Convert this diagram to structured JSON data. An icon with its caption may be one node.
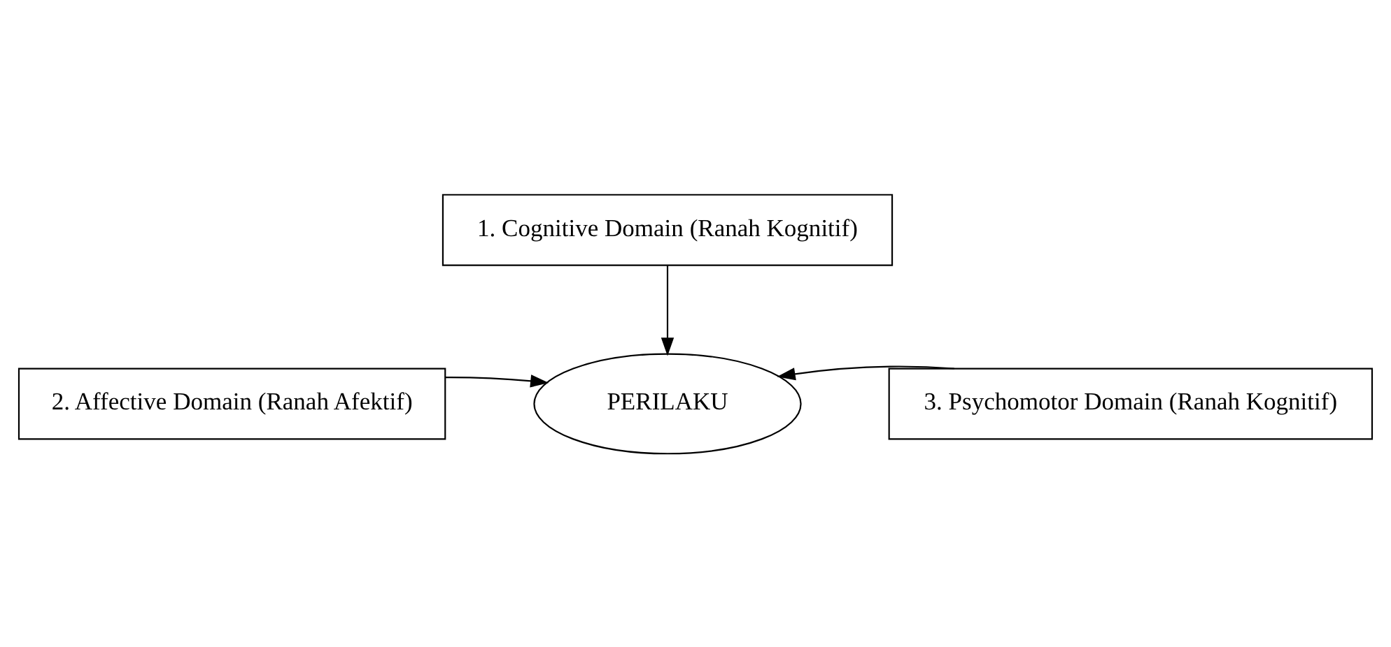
{
  "diagram": {
    "nodes": [
      {
        "text": [
          "1. Cognitive Domain (Ranah Kognitif)"
        ]
      },
      {
        "text": [
          "2. Affective Domain (Ranah Afektif)"
        ]
      },
      {
        "text": [
          "PERILAKU"
        ]
      },
      {
        "text": [
          "3. Psychomotor Domain (Ranah Kognitif)"
        ]
      }
    ],
    "edges": [
      {
        "from": 0,
        "to": 2,
        "arrow": "to"
      },
      {
        "from": 1,
        "to": 2,
        "arrow": "to"
      },
      {
        "from": 3,
        "to": 2,
        "arrow": "to"
      }
    ]
  }
}
